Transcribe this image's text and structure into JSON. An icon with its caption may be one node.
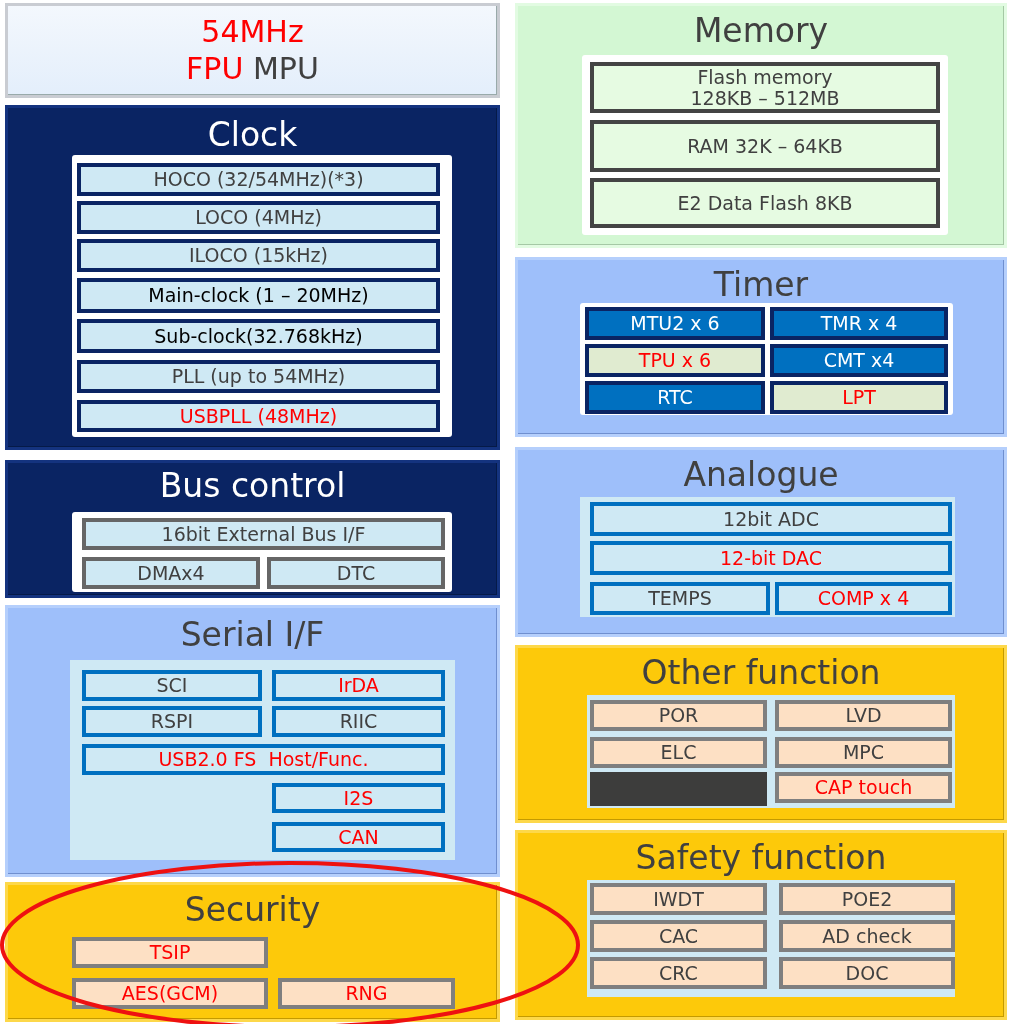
{
  "diagram": {
    "nodes": [
      {
        "text": [
          "54MHz",
          "FPU",
          "MPU"
        ]
      },
      {
        "text": [
          "Clock"
        ]
      },
      {
        "text": [
          "HOCO (32/54MHz)(*3)"
        ],
        "in": 1
      },
      {
        "text": [
          "LOCO (4MHz)"
        ],
        "in": 1
      },
      {
        "text": [
          "ILOCO (15kHz)"
        ],
        "in": 1
      },
      {
        "text": [
          "Main-clock (1 – 20MHz)"
        ],
        "in": 1
      },
      {
        "text": [
          "Sub-clock(32.768kHz)"
        ],
        "in": 1
      },
      {
        "text": [
          "PLL (up to 54MHz)"
        ],
        "in": 1
      },
      {
        "text": [
          "USBPLL (48MHz)"
        ],
        "in": 1
      },
      {
        "text": [
          "Bus control"
        ]
      },
      {
        "text": [
          "16bit External Bus I/F"
        ],
        "in": 9
      },
      {
        "text": [
          "DMAx4"
        ],
        "in": 9
      },
      {
        "text": [
          "DTC"
        ],
        "in": 9
      },
      {
        "text": [
          "Serial I/F"
        ]
      },
      {
        "text": [
          "SCI"
        ],
        "in": 13
      },
      {
        "text": [
          "IrDA"
        ],
        "in": 13
      },
      {
        "text": [
          "RSPI"
        ],
        "in": 13
      },
      {
        "text": [
          "RIIC"
        ],
        "in": 13
      },
      {
        "text": [
          "USB2.0 FS  Host/Func."
        ],
        "in": 13
      },
      {
        "text": [
          "I2S"
        ],
        "in": 13
      },
      {
        "text": [
          "CAN"
        ],
        "in": 13
      },
      {
        "text": [
          "Security"
        ]
      },
      {
        "text": [
          "TSIP"
        ],
        "in": 21
      },
      {
        "text": [
          "AES(GCM)"
        ],
        "in": 21
      },
      {
        "text": [
          "RNG"
        ],
        "in": 21
      },
      {
        "text": [
          "Memory"
        ]
      },
      {
        "text": [
          "Flash memory 128KB – 512MB"
        ],
        "in": 25
      },
      {
        "text": [
          "RAM 32K – 64KB"
        ],
        "in": 25
      },
      {
        "text": [
          "E2 Data Flash 8KB"
        ],
        "in": 25
      },
      {
        "text": [
          "Timer"
        ]
      },
      {
        "text": [
          "MTU2 x 6"
        ],
        "in": 29
      },
      {
        "text": [
          "TMR x 4"
        ],
        "in": 29
      },
      {
        "text": [
          "TPU x 6"
        ],
        "in": 29
      },
      {
        "text": [
          "CMT x4"
        ],
        "in": 29
      },
      {
        "text": [
          "RTC"
        ],
        "in": 29
      },
      {
        "text": [
          "LPT"
        ],
        "in": 29
      },
      {
        "text": [
          "Analogue"
        ]
      },
      {
        "text": [
          "12bit ADC"
        ],
        "in": 36
      },
      {
        "text": [
          "12-bit DAC"
        ],
        "in": 36
      },
      {
        "text": [
          "TEMPS"
        ],
        "in": 36
      },
      {
        "text": [
          "COMP x 4"
        ],
        "in": 36
      },
      {
        "text": [
          "Other function"
        ]
      },
      {
        "text": [
          "POR"
        ],
        "in": 41
      },
      {
        "text": [
          "LVD"
        ],
        "in": 41
      },
      {
        "text": [
          "ELC"
        ],
        "in": 41
      },
      {
        "text": [
          "MPC"
        ],
        "in": 41
      },
      {
        "text": [],
        "shape": "box",
        "in": 41
      },
      {
        "text": [
          "CAP touch"
        ],
        "in": 41
      },
      {
        "text": [
          "Safety function"
        ]
      },
      {
        "text": [
          "IWDT"
        ],
        "in": 48
      },
      {
        "text": [
          "POE2"
        ],
        "in": 48
      },
      {
        "text": [
          "CAC"
        ],
        "in": 48
      },
      {
        "text": [
          "AD check"
        ],
        "in": 48
      },
      {
        "text": [
          "CRC"
        ],
        "in": 48
      },
      {
        "text": [
          "DOC"
        ],
        "in": 48
      }
    ]
  }
}
